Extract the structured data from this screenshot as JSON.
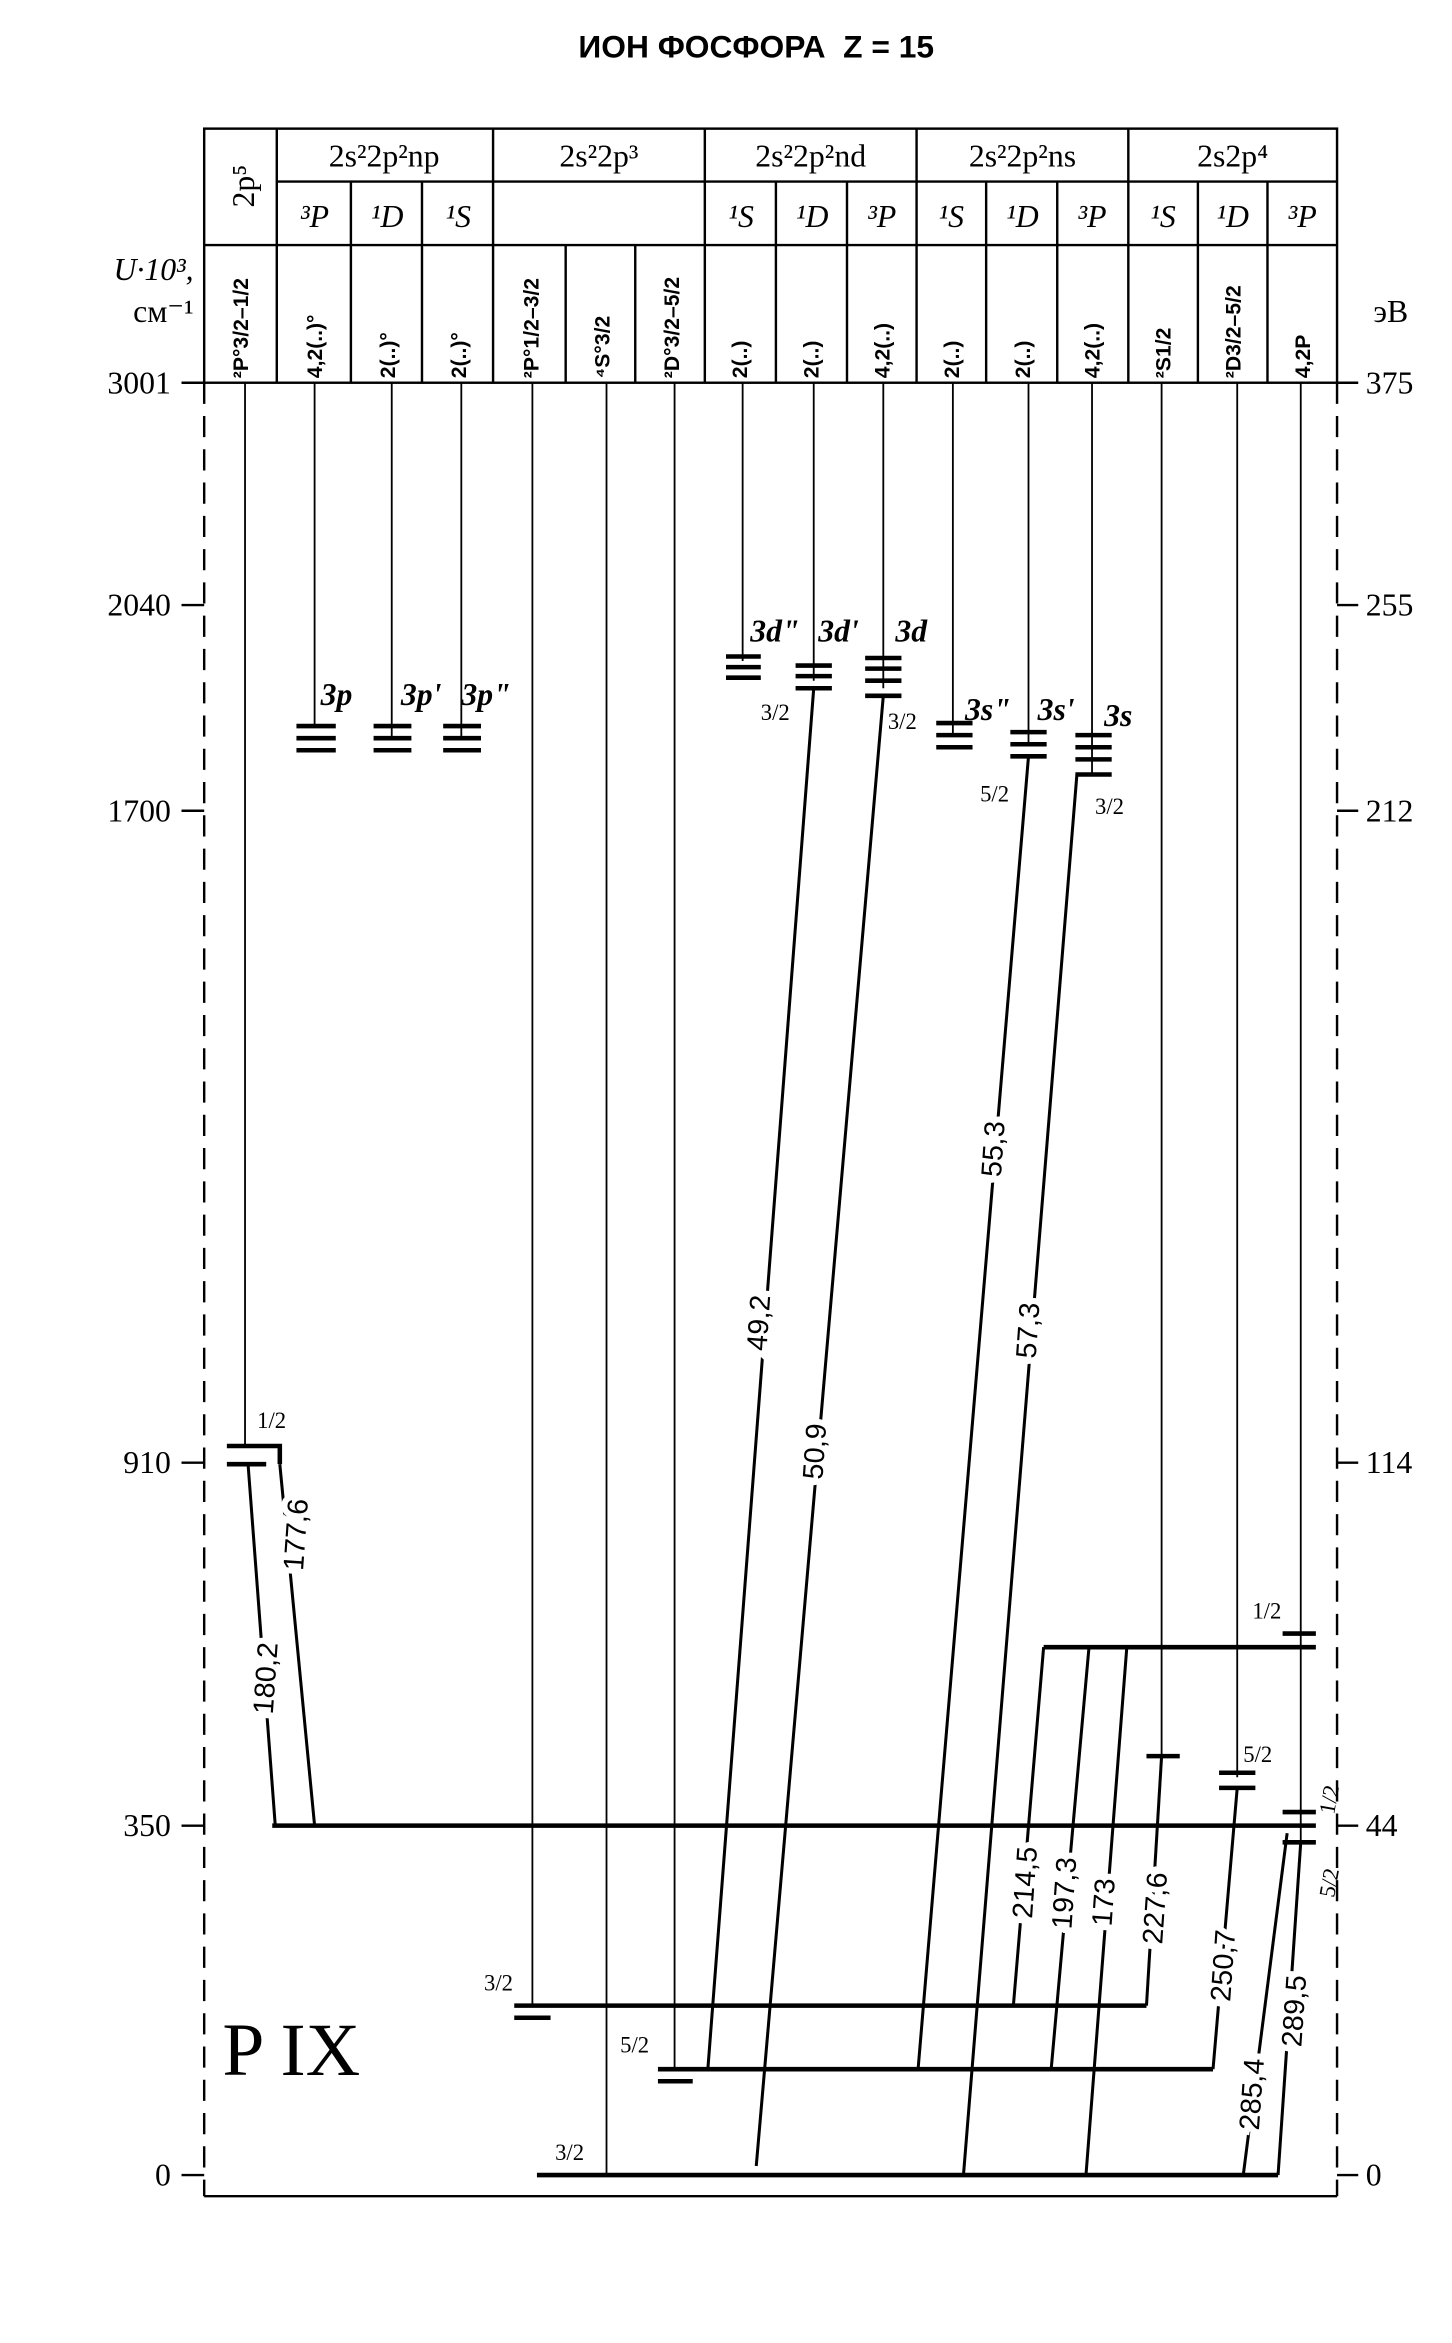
{
  "title": "ИОН ФОСФОРА  Z = 15",
  "spectrum_label": "P IX",
  "axes": {
    "left_label_1": "U·10³,",
    "left_label_2": "см⁻¹",
    "right_label": "эВ",
    "left_ticks": [
      "3001",
      "2040",
      "1700",
      "910",
      "350",
      "0"
    ],
    "right_ticks": [
      "375",
      "255",
      "212",
      "114",
      "44",
      "0"
    ]
  },
  "header": {
    "configs": [
      "2p⁵",
      "2s²2p²np",
      "2s²2p³",
      "2s²2p²nd",
      "2s²2p²ns",
      "2s2p⁴"
    ],
    "parents": [
      "³P",
      "¹D",
      "¹S",
      "¹S",
      "¹D",
      "³P",
      "¹S",
      "¹D",
      "³P",
      "¹S",
      "¹D",
      "³P"
    ],
    "terms": [
      "²P°3/2–1/2",
      "4,2(..)°",
      "2(..)°",
      "2(..)°",
      "²P°1/2–3/2",
      "⁴S°3/2",
      "²D°3/2–5/2",
      "2(..)",
      "2(..)",
      "4,2(..)",
      "2(..)",
      "2(..)",
      "4,2(..)",
      "²S1/2",
      "²D3/2–5/2",
      "4,2P"
    ]
  },
  "series_labels": [
    "3p",
    "3p'",
    "3p\"",
    "3d\"",
    "3d'",
    "3d",
    "3s\"",
    "3s'",
    "3s"
  ],
  "j_labels": {
    "d1": "3/2",
    "d2": "3/2",
    "s1": "5/2",
    "s2": "3/2",
    "p5": "1/2",
    "sp_a": "1/2",
    "sp_b": "5/2",
    "sp_c": "1/2",
    "sp_d": "5/2",
    "g_p": "3/2",
    "g_d": "5/2",
    "g_s": "3/2"
  },
  "transitions": [
    "180,2",
    "177,6",
    "49,2",
    "50,9",
    "55,3",
    "57,3",
    "214,5",
    "197,3",
    "173",
    "227,6",
    "250,7",
    "285,4",
    "289,5"
  ]
}
